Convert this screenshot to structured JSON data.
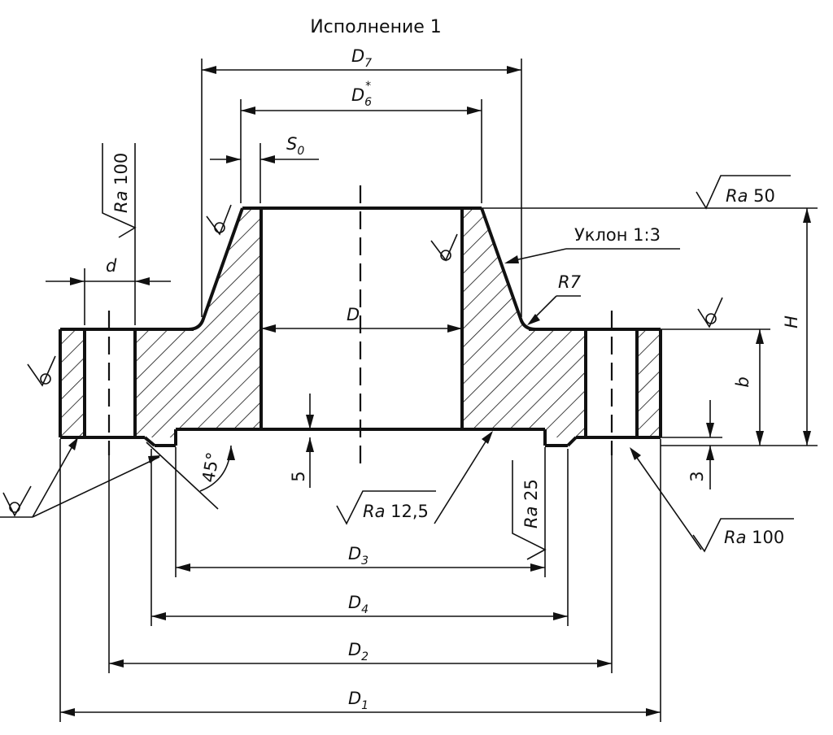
{
  "title": "Исполнение 1",
  "dimensions": {
    "D7": {
      "letter": "D",
      "sub": "7"
    },
    "D6": {
      "letter": "D",
      "sub": "6",
      "sup": "*"
    },
    "S0": {
      "letter": "S",
      "sub": "0"
    },
    "d": {
      "letter": "d"
    },
    "D": {
      "letter": "D"
    },
    "H": {
      "letter": "H"
    },
    "b": {
      "letter": "b"
    },
    "R7": {
      "text": "R7"
    },
    "five": {
      "text": "5"
    },
    "three": {
      "text": "3"
    },
    "angle": {
      "text": "45°"
    },
    "D3": {
      "letter": "D",
      "sub": "3"
    },
    "D4": {
      "letter": "D",
      "sub": "4"
    },
    "D2": {
      "letter": "D",
      "sub": "2"
    },
    "D1": {
      "letter": "D",
      "sub": "1"
    }
  },
  "slope_note": "Уклон 1:3",
  "roughness": {
    "ra_prefix": "Ra",
    "top_face": "50",
    "bolt_hole": "100",
    "bore": "12,5",
    "raised_face": "25",
    "bottom_ring": "100"
  },
  "colors": {
    "line": "#111111",
    "background": "#ffffff"
  }
}
